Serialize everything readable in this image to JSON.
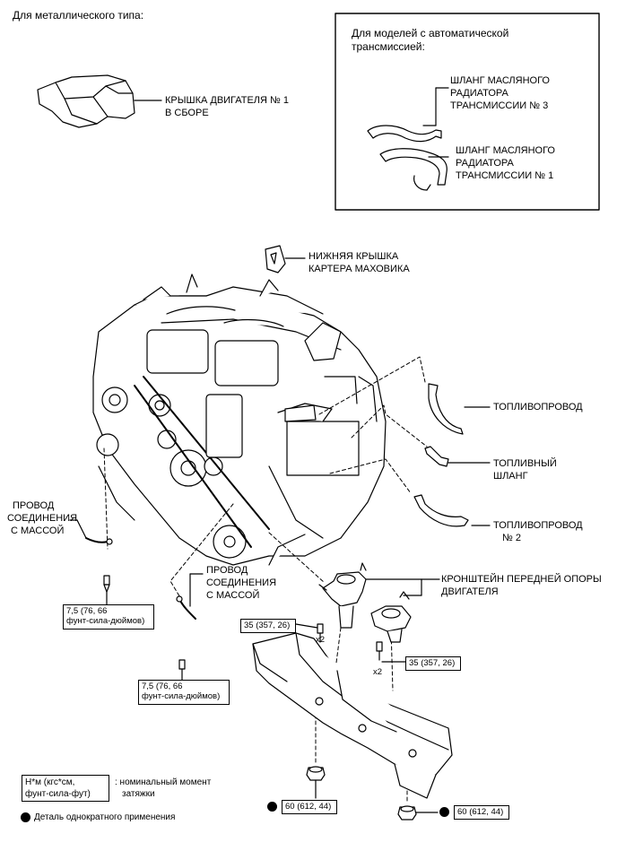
{
  "header": {
    "metal_type": "Для металлического типа:"
  },
  "inset": {
    "title_line1": "Для моделей с автоматической",
    "title_line2": "трансмиссией:",
    "hose3": [
      "ШЛАНГ МАСЛЯНОГО",
      "РАДИАТОРА",
      "ТРАНСМИССИИ № 3"
    ],
    "hose1": [
      "ШЛАНГ МАСЛЯНОГО",
      "РАДИАТОРА",
      "ТРАНСМИССИИ № 1"
    ]
  },
  "parts": {
    "engine_cover": [
      "КРЫШКА ДВИГАТЕЛЯ № 1",
      "В СБОРЕ"
    ],
    "flywheel_cover": [
      "НИЖНЯЯ КРЫШКА",
      "КАРТЕРА МАХОВИКА"
    ],
    "fuel_line": "ТОПЛИВОПРОВОД",
    "fuel_hose": [
      "ТОПЛИВНЫЙ",
      "ШЛАНГ"
    ],
    "fuel_line2": [
      "ТОПЛИВОПРОВОД",
      "№ 2"
    ],
    "ground_wire_left": [
      "ПРОВОД",
      "СОЕДИНЕНИЯ",
      "С МАССОЙ"
    ],
    "ground_wire_mid": [
      "ПРОВОД",
      "СОЕДИНЕНИЯ",
      "С МАССОЙ"
    ],
    "engine_mount_bracket": [
      "КРОНШТЕЙН ПЕРЕДНЕЙ ОПОРЫ",
      "ДВИГАТЕЛЯ"
    ]
  },
  "torque": {
    "left": [
      "7,5 (76, 66",
      "фунт-сила-дюймов)"
    ],
    "mid": [
      "7,5 (76, 66",
      "фунт-сила-дюймов)"
    ],
    "bracket_left": "35 (357, 26)",
    "bracket_right": "35 (357, 26)",
    "bottom_left": "60 (612, 44)",
    "bottom_right": "60 (612, 44)"
  },
  "qty": {
    "left": "x2",
    "right": "x2"
  },
  "legend": {
    "unit_line1": "Н*м (кгс*см,",
    "unit_line2": "фунт-сила-фут)",
    "unit_desc_line1": ": номинальный момент",
    "unit_desc_line2": "затяжки",
    "one_time": "Деталь однократного применения"
  }
}
